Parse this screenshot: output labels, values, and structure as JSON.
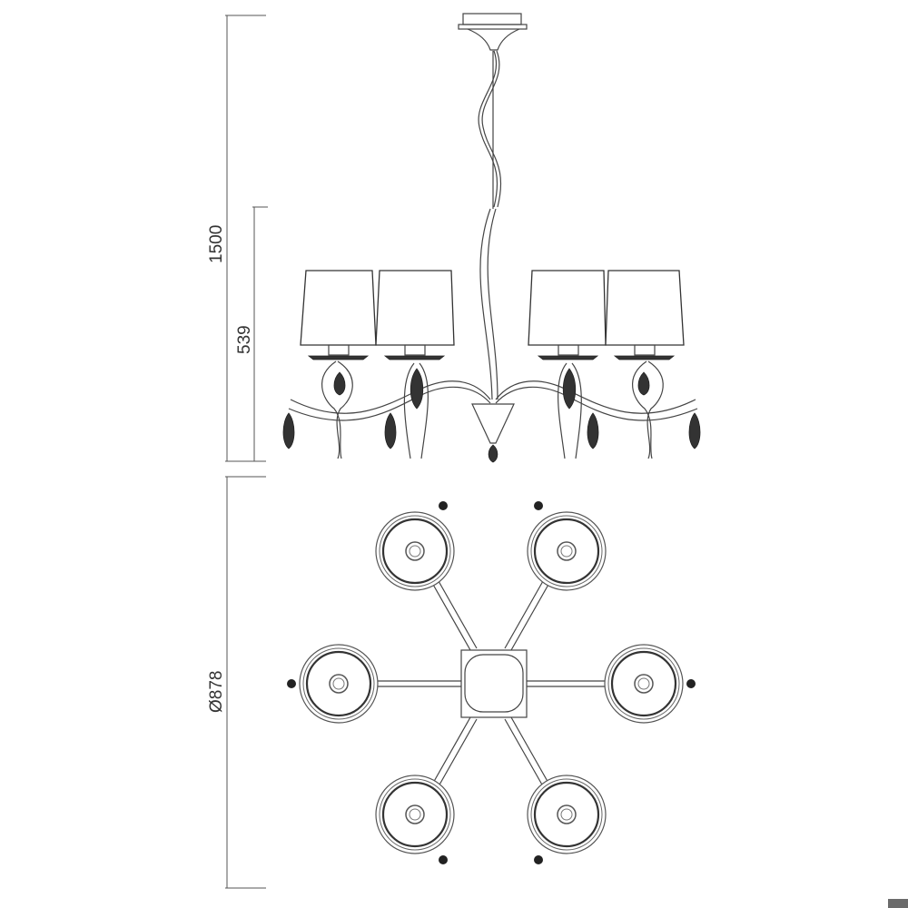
{
  "dimensions": {
    "total_height": "1500",
    "body_height": "539",
    "diameter": "Ø878"
  },
  "colors": {
    "line": "#444444",
    "background": "#ffffff",
    "corner_mark": "#6b6b6b"
  }
}
